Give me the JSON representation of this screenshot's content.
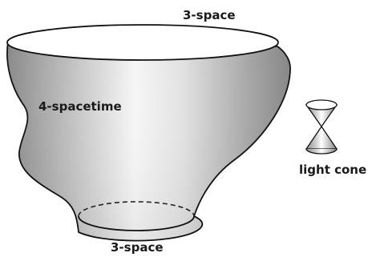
{
  "labels": {
    "top_space": "3-space",
    "spacetime": "4-spacetime",
    "bottom_space": "3-space",
    "light_cone": "light cone"
  }
}
